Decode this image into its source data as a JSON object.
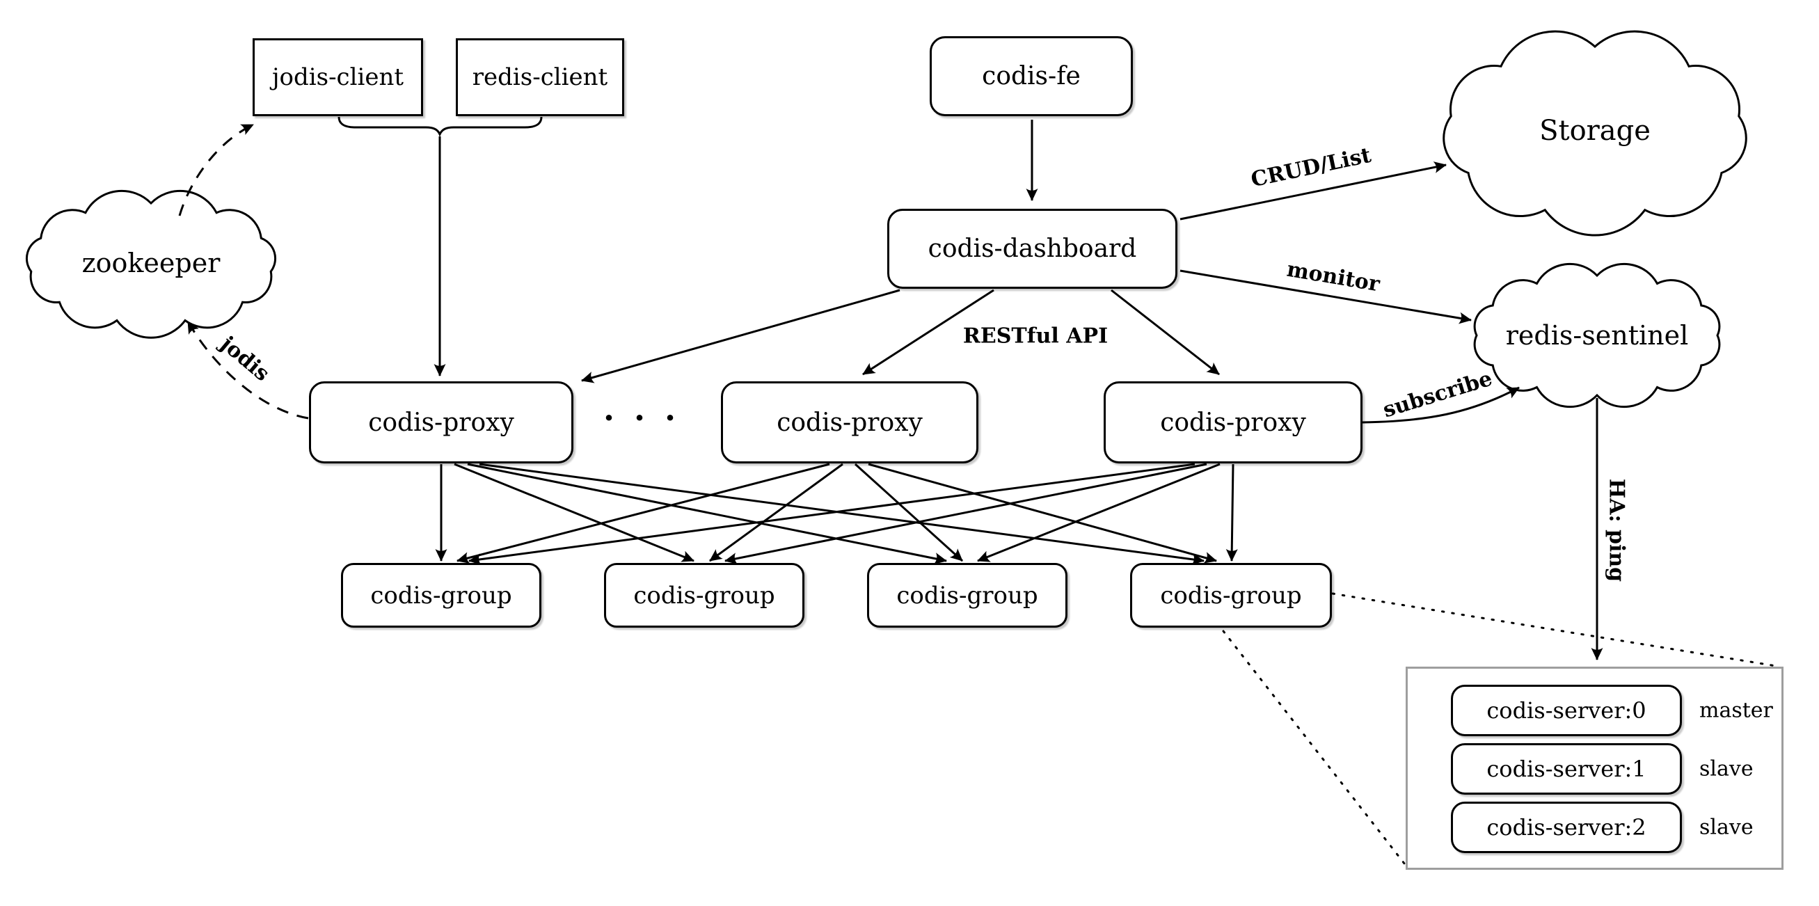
{
  "nodes": {
    "jodis_client": "jodis-client",
    "redis_client": "redis-client",
    "codis_fe": "codis-fe",
    "codis_dashboard": "codis-dashboard",
    "proxies": [
      "codis-proxy",
      "codis-proxy",
      "codis-proxy"
    ],
    "proxy_ellipsis": "· · ·",
    "groups": [
      "codis-group",
      "codis-group",
      "codis-group",
      "codis-group"
    ],
    "clouds": {
      "zookeeper": "zookeeper",
      "storage": "Storage",
      "redis_sentinel": "redis-sentinel"
    }
  },
  "edge_labels": {
    "crud_list": "CRUD/List",
    "monitor": "monitor",
    "restful_api": "RESTful API",
    "subscribe": "subscribe",
    "jodis": "jodis",
    "ha_ping": "HA: ping"
  },
  "server_panel": {
    "servers": [
      {
        "name": "codis-server:0",
        "role": "master"
      },
      {
        "name": "codis-server:1",
        "role": "slave"
      },
      {
        "name": "codis-server:2",
        "role": "slave"
      }
    ]
  },
  "colors": {
    "ink": "#000000",
    "panel_border": "#9e9e9e",
    "background": "#ffffff"
  }
}
